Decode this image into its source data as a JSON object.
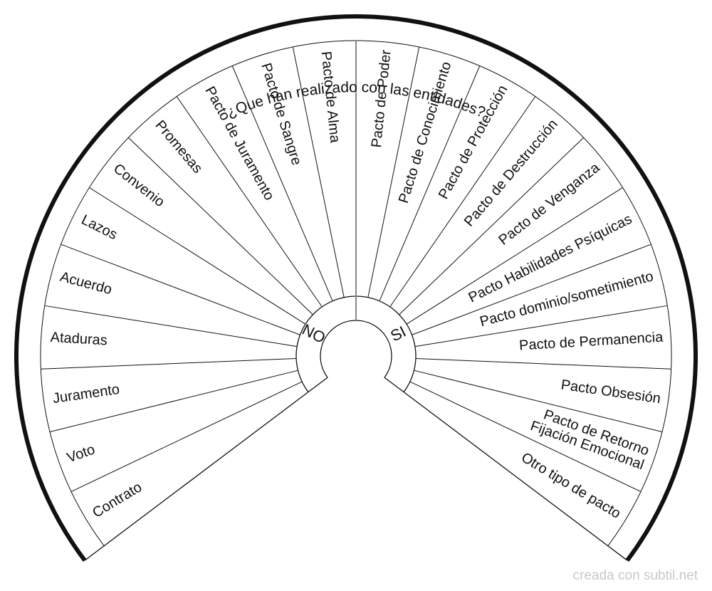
{
  "title": "¿Que han realizado con las entidades?",
  "center": {
    "left_label": "NO",
    "right_label": "SI"
  },
  "left_slices": [
    "Contrato",
    "Voto",
    "Juramento",
    "Ataduras",
    "Acuerdo",
    "Lazos",
    "Convenio",
    "Promesas",
    "Pacto de Juramento",
    "Pacto de Sangre",
    "Pacto de Alma"
  ],
  "right_slices": [
    "Pacto de Poder",
    "Pacto de Conocimiento",
    "Pacto de Protección",
    "Pacto de Destrucción",
    "Pacto de Venganza",
    "Pacto Habilidades Psíquicas",
    "Pacto dominio/sometimiento",
    "Pacto de Permanencia",
    "Pacto Obsesión",
    "Pacto de Retorno\nFijación Emocional",
    "Otro tipo de pacto"
  ],
  "watermark": "creada con subtil.net",
  "colors": {
    "ink": "#111111",
    "divider": "#888888",
    "watermark": "#c8c8c8"
  }
}
